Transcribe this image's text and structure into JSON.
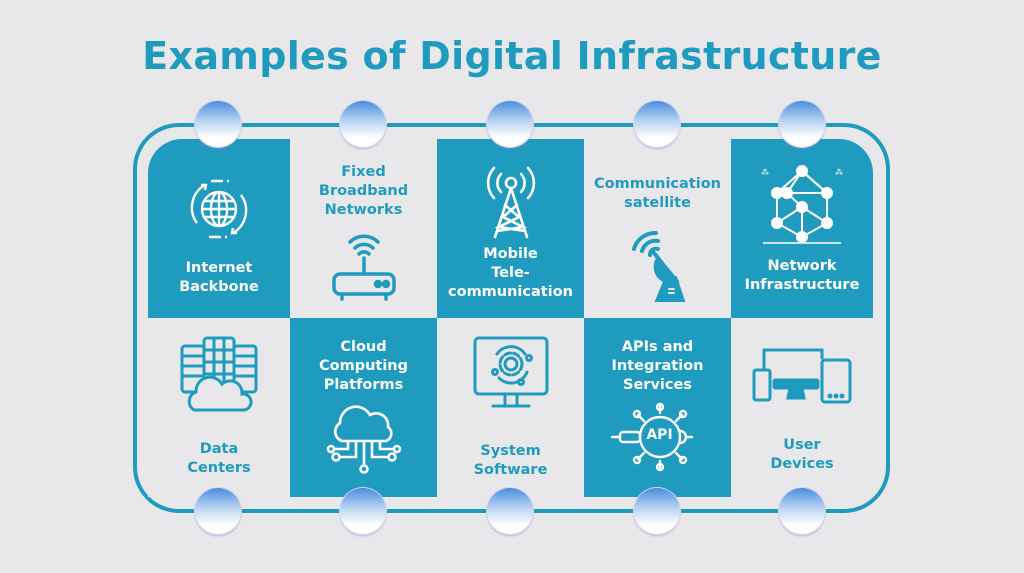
{
  "title": "Examples of Digital Infrastructure",
  "colors": {
    "accent": "#1f9bbf",
    "background": "#e8e8ea",
    "text_on_accent": "#ffffff"
  },
  "cells": [
    {
      "label": "Internet Backbone",
      "icon": "globe-rotate-icon",
      "style": "dark",
      "row": 1,
      "col": 1
    },
    {
      "label": "Fixed Broadband Networks",
      "icon": "wifi-router-icon",
      "style": "light",
      "row": 1,
      "col": 2
    },
    {
      "label": "Mobile Tele-communication",
      "icon": "cell-tower-icon",
      "style": "dark",
      "row": 1,
      "col": 3
    },
    {
      "label": "Communication satellite",
      "icon": "satellite-dish-icon",
      "style": "light",
      "row": 1,
      "col": 4
    },
    {
      "label": "Network Infrastructure",
      "icon": "network-nodes-icon",
      "style": "dark",
      "row": 1,
      "col": 5
    },
    {
      "label": "Data Centers",
      "icon": "server-cloud-icon",
      "style": "light",
      "row": 2,
      "col": 1
    },
    {
      "label": "Cloud Computing Platforms",
      "icon": "cloud-circuit-icon",
      "style": "dark",
      "row": 2,
      "col": 2
    },
    {
      "label": "System Software",
      "icon": "monitor-gear-icon",
      "style": "light",
      "row": 2,
      "col": 3
    },
    {
      "label": "APIs and Integration Services",
      "icon": "api-gear-icon",
      "style": "dark",
      "row": 2,
      "col": 4
    },
    {
      "label": "User Devices",
      "icon": "devices-icon",
      "style": "light",
      "row": 2,
      "col": 5
    }
  ],
  "labels": {
    "c1a": "Internet",
    "c1b": "Backbone",
    "c2a": "Fixed",
    "c2b": "Broadband",
    "c2c": "Networks",
    "c3a": "Mobile",
    "c3b": "Tele-",
    "c3c": "communication",
    "c4a": "Communication",
    "c4b": "satellite",
    "c5a": "Network",
    "c5b": "Infrastructure",
    "c6a": "Data",
    "c6b": "Centers",
    "c7a": "Cloud",
    "c7b": "Computing",
    "c7c": "Platforms",
    "c8a": "System",
    "c8b": "Software",
    "c9a": "APIs and",
    "c9b": "Integration",
    "c9c": "Services",
    "c10a": "User",
    "c10b": "Devices",
    "api_text": "API"
  }
}
